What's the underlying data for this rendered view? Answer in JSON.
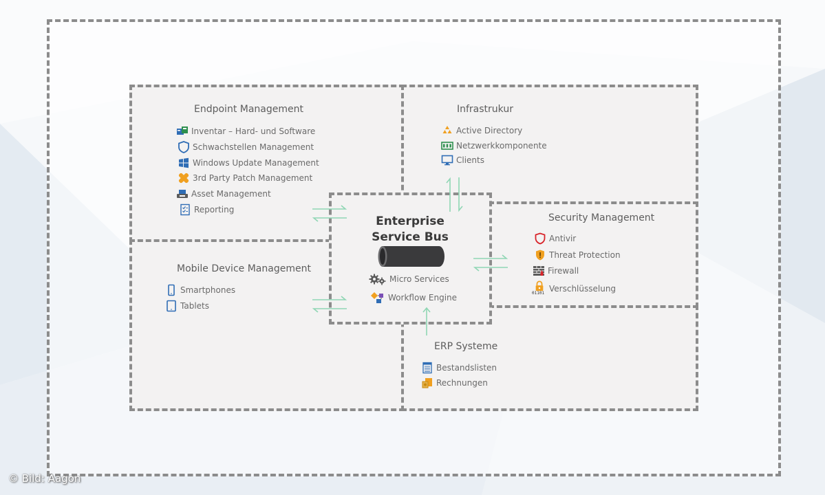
{
  "endpoint": {
    "title": "Endpoint Management",
    "items": [
      {
        "label": "Inventar – Hard- und Software",
        "icon": "inventory-icon"
      },
      {
        "label": "Schwachstellen Management",
        "icon": "shield-icon"
      },
      {
        "label": "Windows Update Management",
        "icon": "windows-icon"
      },
      {
        "label": "3rd Party Patch Management",
        "icon": "patch-icon"
      },
      {
        "label": "Asset Management",
        "icon": "asset-icon"
      },
      {
        "label": "Reporting",
        "icon": "report-icon"
      }
    ]
  },
  "infra": {
    "title": "Infrastrukur",
    "items": [
      {
        "label": "Active Directory",
        "icon": "directory-icon"
      },
      {
        "label": "Netzwerkkomponente",
        "icon": "network-icon"
      },
      {
        "label": "Clients",
        "icon": "monitor-icon"
      }
    ]
  },
  "mobile": {
    "title": "Mobile Device Management",
    "items": [
      {
        "label": "Smartphones",
        "icon": "smartphone-icon"
      },
      {
        "label": "Tablets",
        "icon": "tablet-icon"
      }
    ]
  },
  "security": {
    "title": "Security Management",
    "items": [
      {
        "label": "Antivir",
        "icon": "antivir-icon"
      },
      {
        "label": "Threat Protection",
        "icon": "threat-shield-icon"
      },
      {
        "label": "Firewall",
        "icon": "firewall-icon"
      },
      {
        "label": "Verschlüsselung",
        "icon": "lock-icon",
        "icon_text": "01101"
      }
    ]
  },
  "erp": {
    "title": "ERP Systeme",
    "items": [
      {
        "label": "Bestandslisten",
        "icon": "list-icon"
      },
      {
        "label": "Rechnungen",
        "icon": "invoice-icon"
      }
    ]
  },
  "esb": {
    "title_line1": "Enterprise",
    "title_line2": "Service Bus",
    "items": [
      {
        "label": "Micro Services",
        "icon": "gears-icon"
      },
      {
        "label": "Workflow Engine",
        "icon": "workflow-icon"
      }
    ]
  },
  "credit": "© Bild: Aagon",
  "colors": {
    "border": "#8c8c8c",
    "panel": "#f3f2f2",
    "arrow": "#8fd6b4",
    "bus": "#3a3a3c",
    "blue_icon": "#2f6db5",
    "orange_icon": "#f0a020",
    "red_icon": "#d8242a",
    "green_icon": "#2e8f4e"
  }
}
